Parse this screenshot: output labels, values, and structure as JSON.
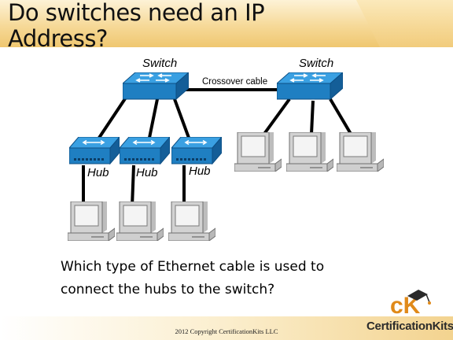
{
  "slide": {
    "title_line1": "Do switches need an IP",
    "title_line2": "Address?",
    "question_line1": "Which type of Ethernet cable is used to",
    "question_line2": "connect the hubs to the switch?",
    "copyright": "2012 Copyright CertificationKits LLC",
    "logo_text": "CertificationKits",
    "logo_letters": "cK"
  },
  "diagram": {
    "switch_left_label": "Switch",
    "switch_right_label": "Switch",
    "cable_label": "Crossover cable",
    "hub_labels": [
      "Hub",
      "Hub",
      "Hub"
    ]
  },
  "colors": {
    "device_blue": "#2e8fd0",
    "device_blue_dark": "#1a5f97",
    "pc_gray": "#c9c9c9",
    "title_gold": "#f2cd7f",
    "logo_orange": "#e08a1a"
  }
}
